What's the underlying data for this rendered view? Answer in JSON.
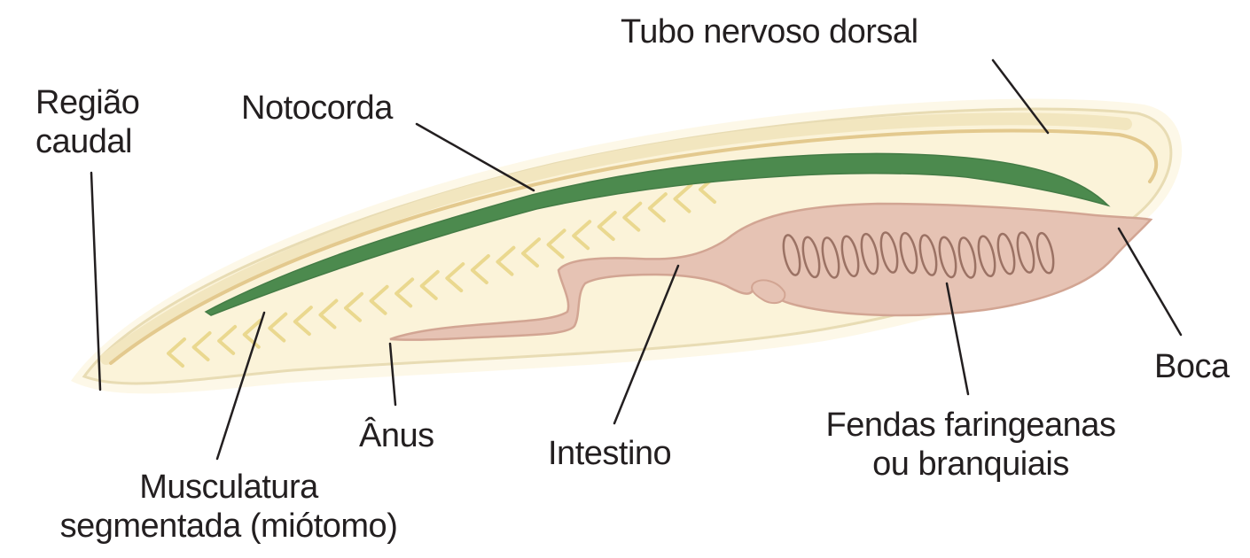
{
  "labels": {
    "tubo_nervoso": "Tubo nervoso dorsal",
    "regiao_caudal": [
      "Região",
      "caudal"
    ],
    "notocorda": "Notocorda",
    "boca": "Boca",
    "anus": "Ânus",
    "intestino": "Intestino",
    "fendas": [
      "Fendas faringeanas",
      "ou branquiais"
    ],
    "musculatura": [
      "Musculatura",
      "segmentada (miótomo)"
    ]
  },
  "colors": {
    "body_fill": "#fbf3d9",
    "body_outline": "#e8dcb4",
    "nerve_tube": "#e3c98e",
    "notochord": "#4c8a4e",
    "gut_fill": "#e6c3b4",
    "gut_outline": "#d2a593",
    "gill_slits": "#9b7264",
    "myomeres": "#ead88f",
    "leader_lines": "#231f20",
    "text": "#231f20"
  }
}
